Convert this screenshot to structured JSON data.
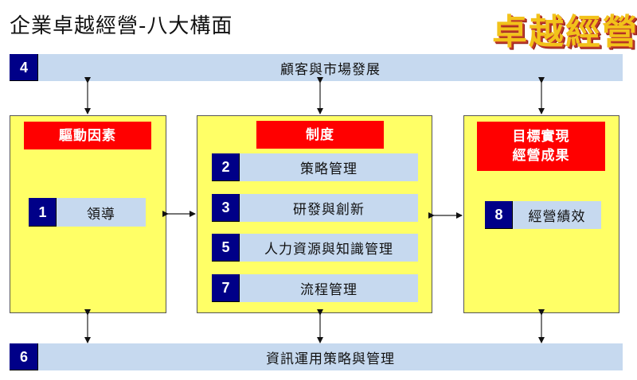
{
  "title": "企業卓越經營-八大構面",
  "logo_text": "卓越經營",
  "colors": {
    "panel_bg": "#ffff66",
    "header_red": "#ff0000",
    "number_box_navy": "#000088",
    "bar_blue": "#c6d9ef",
    "logo_gold": "#f2c21a"
  },
  "top_bar": {
    "number": "4",
    "label": "顧客與市場發展"
  },
  "bottom_bar": {
    "number": "6",
    "label": "資訊運用策略與管理"
  },
  "left_panel": {
    "header": "驅動因素",
    "items": [
      {
        "number": "1",
        "label": "領導"
      }
    ]
  },
  "middle_panel": {
    "header": "制度",
    "items": [
      {
        "number": "2",
        "label": "策略管理"
      },
      {
        "number": "3",
        "label": "研發與創新"
      },
      {
        "number": "5",
        "label": "人力資源與知識管理"
      },
      {
        "number": "7",
        "label": "流程管理"
      }
    ]
  },
  "right_panel": {
    "header_line1": "目標實現",
    "header_line2": "經營成果",
    "items": [
      {
        "number": "8",
        "label": "經營績效"
      }
    ]
  }
}
